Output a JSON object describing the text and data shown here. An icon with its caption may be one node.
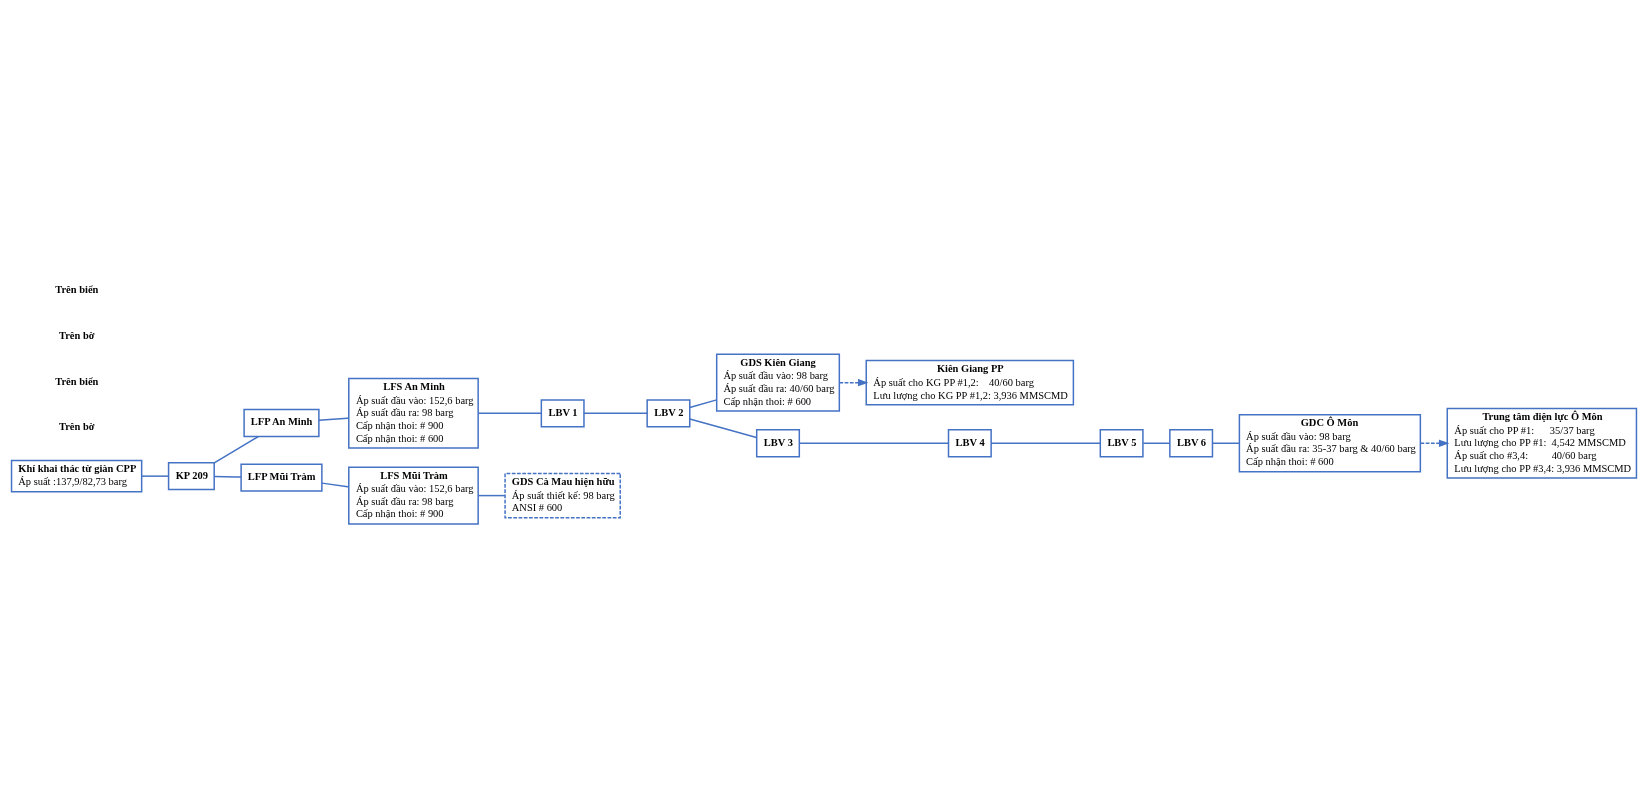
{
  "diagram": {
    "nodes": [
      {
        "text": [
          "Kiên Giang PP",
          "Áp suất cho KG PP #1,2:    40/60 barg",
          "Lưu lượng cho KG PP #1,2: 3,936 MMSCMD"
        ]
      },
      {
        "text": [
          "Trung tâm điện lực Ô Môn",
          "Áp suất cho PP #1:      35/37 barg",
          "Lưu lượng cho PP #1:  4,542 MMSCMD",
          "Áp suất cho #3,4:         40/60 barg",
          "Lưu lượng cho PP #3,4: 3,936 MMSCMD"
        ]
      },
      {
        "text": [
          "GDS Kiên Giang",
          "Áp suất đầu vào: 98 barg",
          "Áp suất đầu ra: 40/60 barg",
          "Cấp nhận thoi: # 600"
        ]
      },
      {
        "text": [
          "LFS An Minh",
          "Áp suất đầu vào: 152,6 barg",
          "Áp suất đầu ra: 98 barg",
          "Cấp nhận thoi: # 900",
          "Cấp nhận thoi: # 600"
        ]
      },
      {
        "text": [
          "LFP An Minh"
        ]
      },
      {
        "text": [
          "KP 209"
        ]
      },
      {
        "text": [
          "LBV 1"
        ]
      },
      {
        "text": [
          "LBV 2"
        ]
      },
      {
        "text": [
          "LBV 3"
        ]
      },
      {
        "text": [
          "LBV 4"
        ]
      },
      {
        "text": [
          "LBV 5"
        ]
      },
      {
        "text": [
          "LBV 6"
        ]
      },
      {
        "text": [
          "GDC Ô Môn",
          "Áp suất đầu vào: 98 barg",
          "Áp suất đầu ra: 35-37 barg & 40/60 barg",
          "Cấp nhận thoi: # 600"
        ]
      },
      {
        "text": [
          "Khí khai thác từ giàn CPP",
          "Áp suất :137,9/82,73 barg"
        ]
      },
      {
        "text": [
          "LFP Mũi Tràm"
        ]
      },
      {
        "text": [
          "LFS Mũi Tràm",
          "Áp suất đầu vào: 152,6 barg",
          "Áp suất đầu ra: 98 barg",
          "Cấp nhận thoi: # 900"
        ]
      },
      {
        "text": [
          "GDS Cà Mau hiện hữu",
          "Áp suất thiết kế: 98 barg",
          "ANSI # 600"
        ]
      }
    ],
    "edges": [
      {
        "from": 2,
        "to": 0,
        "arrow": "to",
        "style": "dashed"
      },
      {
        "from": 12,
        "to": 1,
        "arrow": "to",
        "style": "dashed"
      },
      {
        "from": 7,
        "to": 2,
        "arrow": "none"
      },
      {
        "from": 4,
        "to": 3,
        "arrow": "none"
      },
      {
        "from": 3,
        "to": 6,
        "arrow": "none"
      },
      {
        "from": 6,
        "to": 7,
        "arrow": "none"
      },
      {
        "from": 7,
        "to": 8,
        "arrow": "none"
      },
      {
        "from": 8,
        "to": 9,
        "arrow": "none"
      },
      {
        "from": 9,
        "to": 10,
        "arrow": "none"
      },
      {
        "from": 10,
        "to": 11,
        "arrow": "none"
      },
      {
        "from": 11,
        "to": 12,
        "arrow": "none"
      },
      {
        "from": 5,
        "to": 4,
        "arrow": "none"
      },
      {
        "from": 13,
        "to": 5,
        "arrow": "none"
      },
      {
        "from": 5,
        "to": 14,
        "arrow": "none"
      },
      {
        "from": 14,
        "to": 15,
        "arrow": "none"
      },
      {
        "from": 15,
        "to": 16,
        "arrow": "none"
      }
    ],
    "labels": [
      "Trên biển",
      "Trên bờ",
      "Trên biển",
      "Trên bờ"
    ]
  }
}
